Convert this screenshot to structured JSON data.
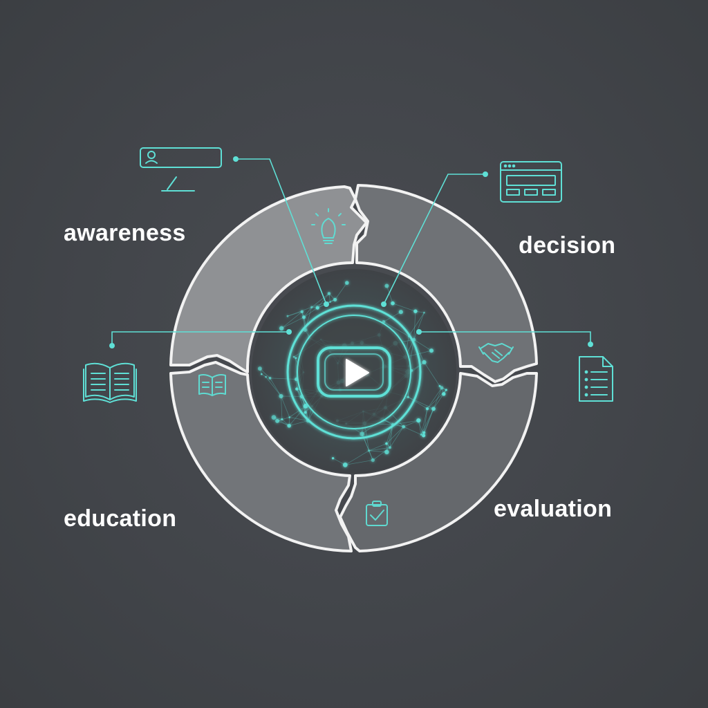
{
  "stages": [
    {
      "label": "awareness",
      "icon": "lightbulb-icon",
      "external_icon": "search-bar-icon"
    },
    {
      "label": "decision",
      "icon": "handshake-icon",
      "external_icon": "browser-window-icon"
    },
    {
      "label": "evaluation",
      "icon": "checklist-clipboard-icon",
      "external_icon": "document-list-icon"
    },
    {
      "label": "education",
      "icon": "open-book-icon",
      "external_icon": "open-book-icon"
    }
  ],
  "center": {
    "icon": "video-play-icon"
  },
  "colors": {
    "background": "#44474c",
    "segment_top_left": "#8f9194",
    "segment_top_right": "#6f7276",
    "segment_bottom_right": "#65686c",
    "segment_bottom_left": "#727579",
    "ring_outline": "#f2f2f2",
    "accent_teal": "#5fe0d6",
    "center_disc": "#3f4246"
  }
}
